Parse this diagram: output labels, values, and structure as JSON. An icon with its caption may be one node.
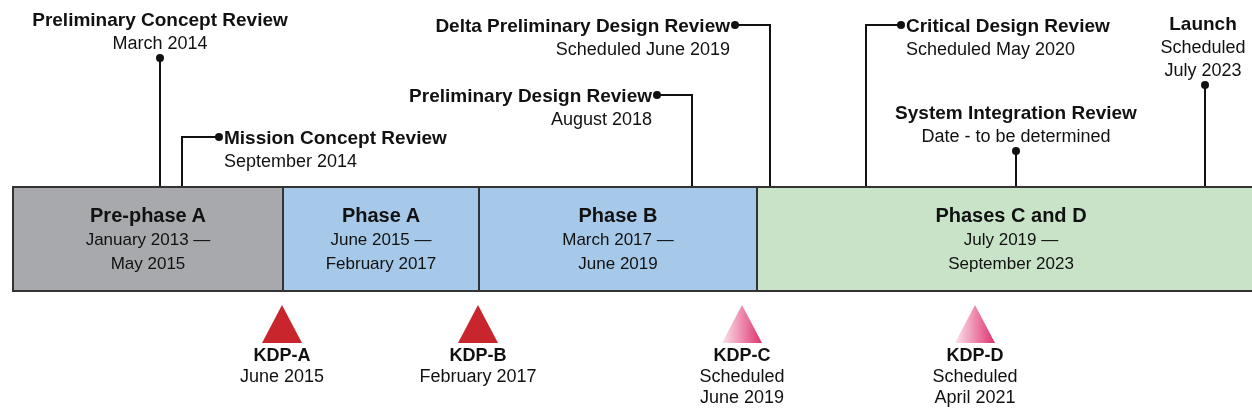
{
  "diagram": {
    "nodes": [
      {
        "text": [
          "Pre-phase A",
          "January 2013 — May 2015"
        ]
      },
      {
        "text": [
          "Phase A",
          "June 2015 — February 2017"
        ]
      },
      {
        "text": [
          "Phase B",
          "March 2017 — June 2019"
        ]
      },
      {
        "text": [
          "Phases C and D",
          "July 2019 — September 2023"
        ]
      },
      {
        "text": [
          "Preliminary Concept Review",
          "March 2014"
        ]
      },
      {
        "text": [
          "Mission Concept Review",
          "September 2014"
        ]
      },
      {
        "text": [
          "Preliminary Design Review",
          "August 2018"
        ]
      },
      {
        "text": [
          "Delta Preliminary Design Review",
          "Scheduled June 2019"
        ]
      },
      {
        "text": [
          "Critical Design Review",
          "Scheduled May 2020"
        ]
      },
      {
        "text": [
          "System Integration Review",
          "Date - to be determined"
        ]
      },
      {
        "text": [
          "Launch",
          "Scheduled July 2023"
        ]
      },
      {
        "text": [
          "KDP-A",
          "June 2015"
        ]
      },
      {
        "text": [
          "KDP-B",
          "February 2017"
        ]
      },
      {
        "text": [
          "KDP-C",
          "Scheduled June 2019"
        ]
      },
      {
        "text": [
          "KDP-D",
          "Scheduled April 2021"
        ]
      }
    ],
    "edges": [
      {
        "from": 4,
        "to": 0,
        "arrow": "other"
      },
      {
        "from": 5,
        "to": 0,
        "arrow": "other"
      },
      {
        "from": 6,
        "to": 2,
        "arrow": "other"
      },
      {
        "from": 7,
        "to": 3,
        "arrow": "other"
      },
      {
        "from": 8,
        "to": 3,
        "arrow": "other"
      },
      {
        "from": 9,
        "to": 3,
        "arrow": "other"
      },
      {
        "from": 10,
        "to": 3,
        "arrow": "other"
      }
    ]
  }
}
